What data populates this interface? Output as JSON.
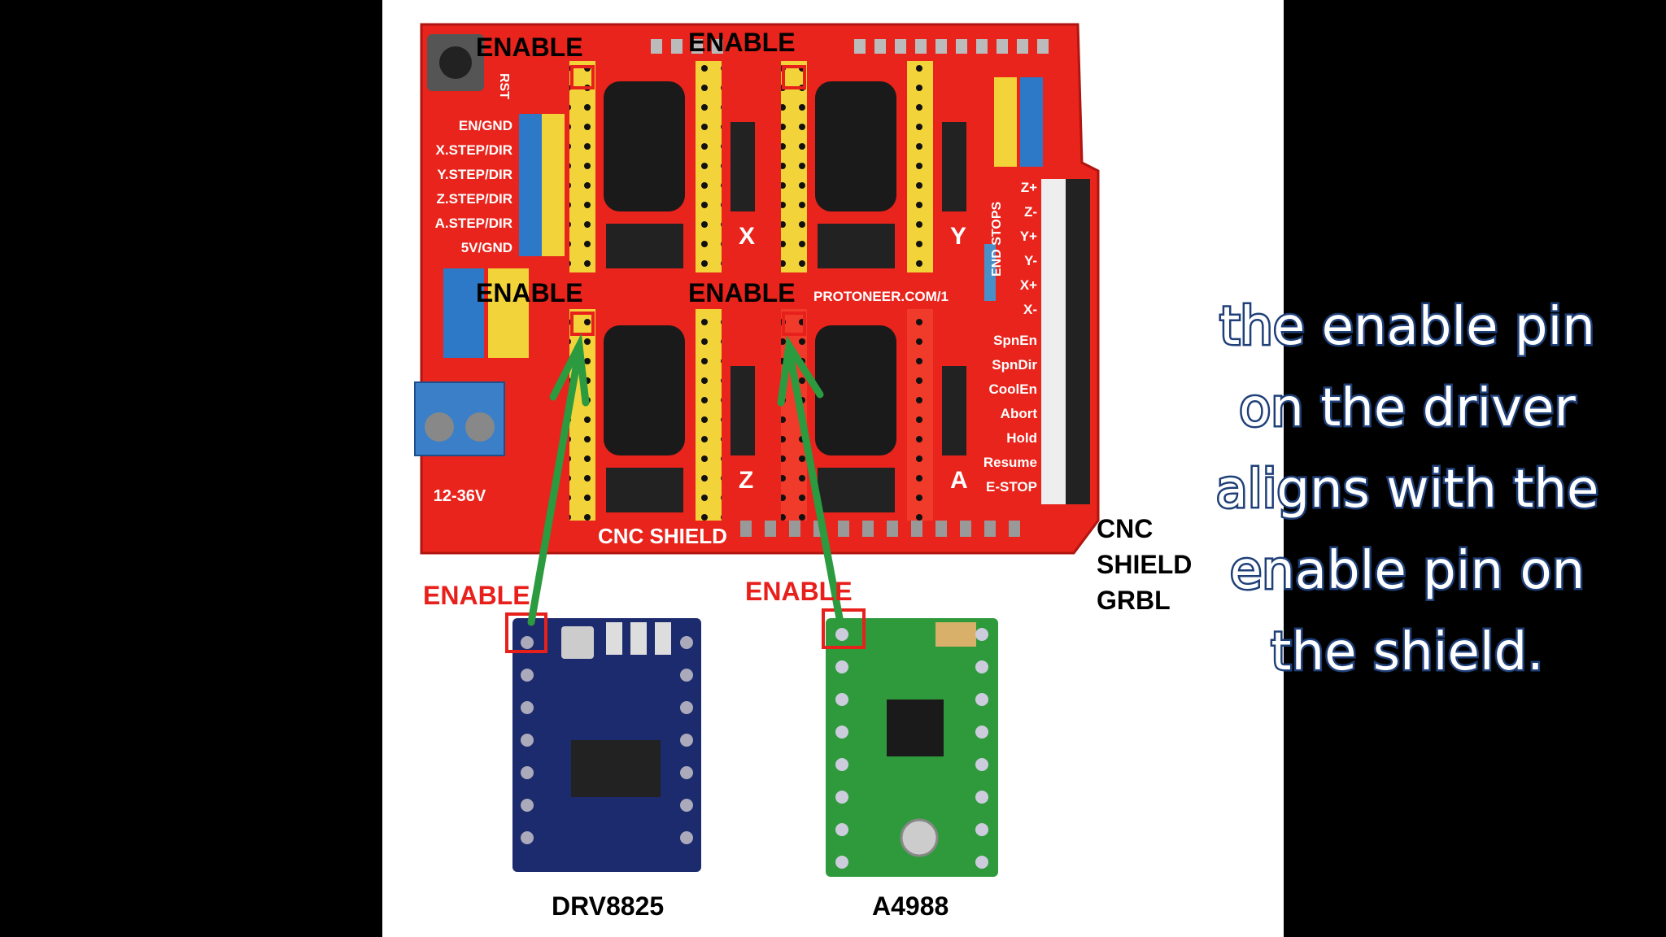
{
  "labels": {
    "enable": "ENABLE",
    "drv8825": "DRV8825",
    "a4988": "A4988",
    "cnc_shield_grbl": [
      "CNC",
      "SHIELD",
      "GRBL"
    ]
  },
  "board": {
    "row_labels": [
      "EN/GND",
      "X.STEP/DIR",
      "Y.STEP/DIR",
      "Z.STEP/DIR",
      "A.STEP/DIR",
      "5V/GND"
    ],
    "end_stops": [
      "Z+",
      "Z-",
      "Y+",
      "Y-",
      "X+",
      "X-"
    ],
    "end_stops_title": "END STOPS",
    "control_pins": [
      "SpnEn",
      "SpnDir",
      "CoolEn",
      "Abort",
      "Hold",
      "Resume",
      "E-STOP"
    ],
    "axis_letters": [
      "X",
      "Y",
      "Z",
      "A"
    ],
    "silkscreen_bottom": "CNC SHIELD",
    "voltage": "12-36V",
    "url": "PROTONEER.COM/1",
    "reset": "RST"
  },
  "subtitle_lines": [
    "the enable pin",
    "on the driver",
    "aligns with the",
    "enable pin on",
    "the shield."
  ],
  "colors": {
    "board_red": "#e8241c",
    "header_yellow": "#f2d43a",
    "drv8825_blue": "#1c2a6e",
    "a4988_green": "#2f9a3c",
    "arrow_green": "#2c9a3e",
    "highlight_red": "#e8201c",
    "subtitle_outline": "#1e3f78"
  }
}
